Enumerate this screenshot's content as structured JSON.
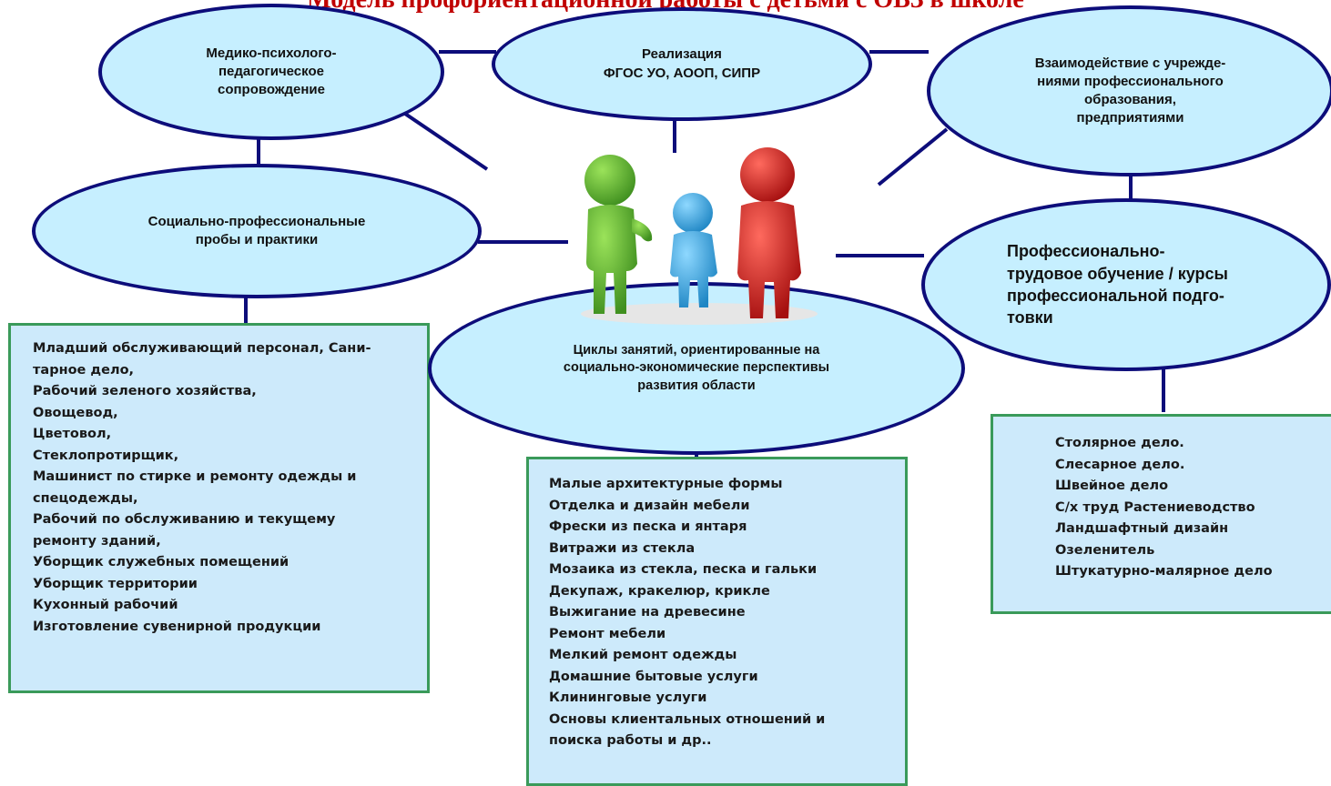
{
  "title": "Модель профориентационной работы с детьми с ОВЗ в школе",
  "ellipses": {
    "medical": "Медико-психолого-\nпедагогическое\nсопровождение",
    "realization": "Реализация\nФГОС УО, АООП, СИПР",
    "interaction": "Взаимодействие с учрежде-\nниями  профессионального\nобразования,\nпредприятиями",
    "social": "Социально-профессиональные\nпробы и практики",
    "professional": "Профессионально-\nтрудовое обучение / курсы\nпрофессиональной подго-\nтовки",
    "cycles": "Циклы занятий, ориентированные на\nсоциально-экономические перспективы\nразвития области"
  },
  "box_left": [
    "Младший обслуживающий персонал, Сани-",
    "тарное дело,",
    "Рабочий зеленого хозяйства,",
    "Овощевод,",
    "Цветовол,",
    "Стеклопротирщик,",
    "Машинист по стирке и ремонту  одежды и",
    "спецодежды,",
    "Рабочий по обслуживанию и текущему",
    "ремонту зданий,",
    "Уборщик служебных помещений",
    "Уборщик территории",
    "Кухонный рабочий",
    "Изготовление сувенирной продукции"
  ],
  "box_center": [
    "Малые архитектурные формы",
    "Отделка и дизайн  мебели",
    "Фрески из песка и янтаря",
    "Витражи из стекла",
    "Мозаика из стекла, песка и гальки",
    "Декупаж, кракелюр, крикле",
    "Выжигание  на древесине",
    "Ремонт мебели",
    "Мелкий ремонт одежды",
    "Домашние бытовые услуги",
    "Клининговые услуги",
    "Основы клиентальных отношений и",
    "поиска работы и др.."
  ],
  "box_right": [
    "Столярное дело.",
    "Слесарное дело.",
    "Швейное дело",
    "С/х труд Растениеводство",
    "Ландшафтный  дизайн",
    "Озеленитель",
    "Штукатурно-малярное дело"
  ],
  "colors": {
    "title": "#c00000",
    "ellipse_fill": "#c6efff",
    "ellipse_border": "#0d0d7a",
    "box_border": "#3a9a5a",
    "box_fill": "#cdeafb",
    "figure_green": "#5cb82e",
    "figure_blue": "#3aa9e0",
    "figure_red": "#d71f1f"
  }
}
